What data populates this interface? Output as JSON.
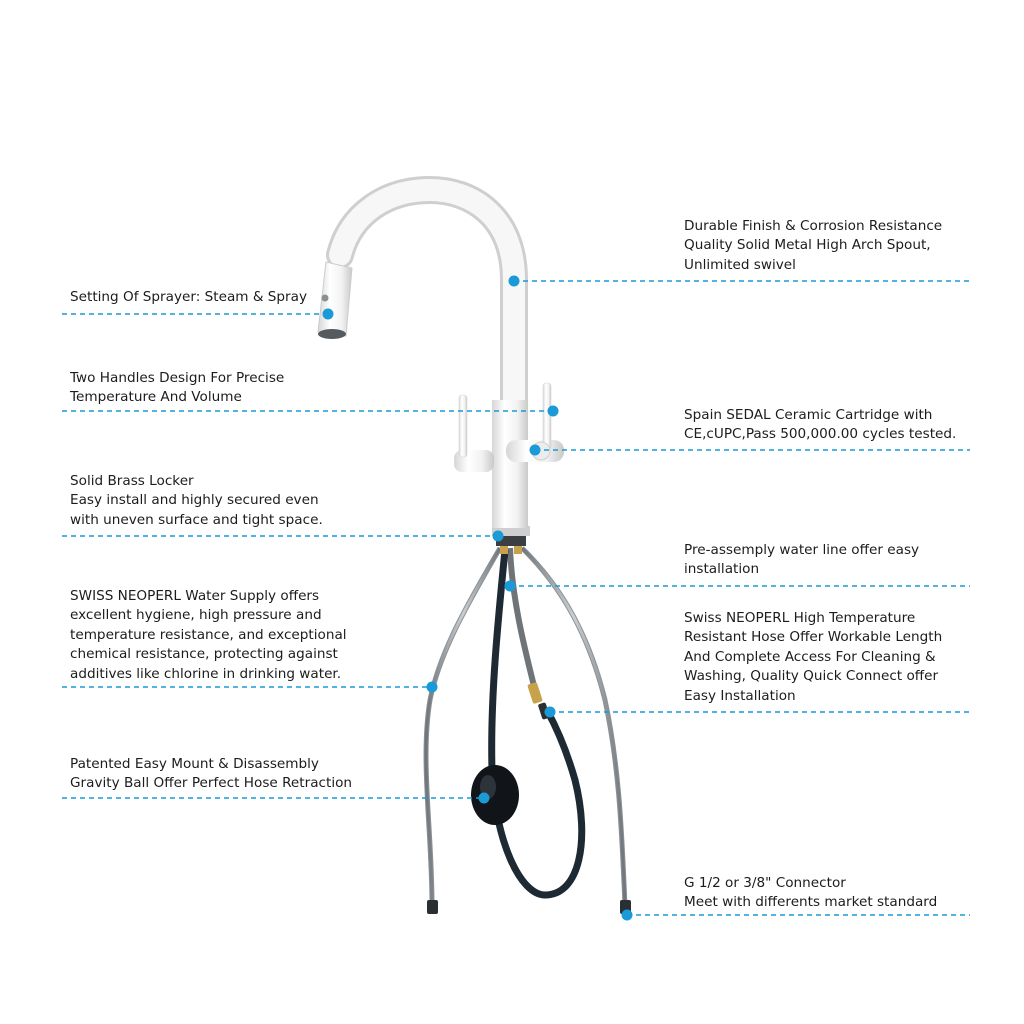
{
  "annotations": {
    "left": [
      {
        "id": "sprayer",
        "lines": [
          "Setting Of Sprayer: Steam & Spray"
        ]
      },
      {
        "id": "handles",
        "lines": [
          "Two Handles Design For Precise",
          "Temperature And Volume"
        ]
      },
      {
        "id": "locker",
        "lines": [
          "Solid Brass Locker",
          "Easy install and highly secured even",
          "with uneven surface and tight space."
        ]
      },
      {
        "id": "neoperl",
        "lines": [
          "SWISS NEOPERL Water Supply offers",
          "excellent hygiene, high pressure and",
          "temperature resistance, and exceptional",
          "chemical resistance, protecting against",
          "additives like chlorine in drinking water."
        ]
      },
      {
        "id": "gravity",
        "lines": [
          "Patented Easy Mount & Disassembly",
          "Gravity Ball Offer Perfect Hose Retraction"
        ]
      }
    ],
    "right": [
      {
        "id": "finish",
        "lines": [
          "Durable Finish & Corrosion Resistance",
          "Quality Solid Metal High Arch Spout,",
          "Unlimited swivel"
        ]
      },
      {
        "id": "cartridge",
        "lines": [
          "Spain SEDAL Ceramic Cartridge with",
          "CE,cUPC,Pass 500,000.00 cycles tested."
        ]
      },
      {
        "id": "waterline",
        "lines": [
          "Pre-assemply water line offer easy",
          "installation"
        ]
      },
      {
        "id": "hose",
        "lines": [
          "Swiss NEOPERL High Temperature",
          "Resistant Hose Offer Workable Length",
          "And Complete Access For Cleaning &",
          "Washing, Quality Quick Connect offer",
          "Easy Installation"
        ]
      },
      {
        "id": "connector",
        "lines": [
          "G 1/2 or 3/8\" Connector",
          "Meet with differents market standard"
        ]
      }
    ]
  },
  "colors": {
    "leader_line": "#1a9ad6",
    "marker_dot": "#1a9ad6",
    "faucet_body": "#f3f3f3",
    "hose_black": "#1e2a33",
    "braided_hose": "#9a9fa4"
  }
}
